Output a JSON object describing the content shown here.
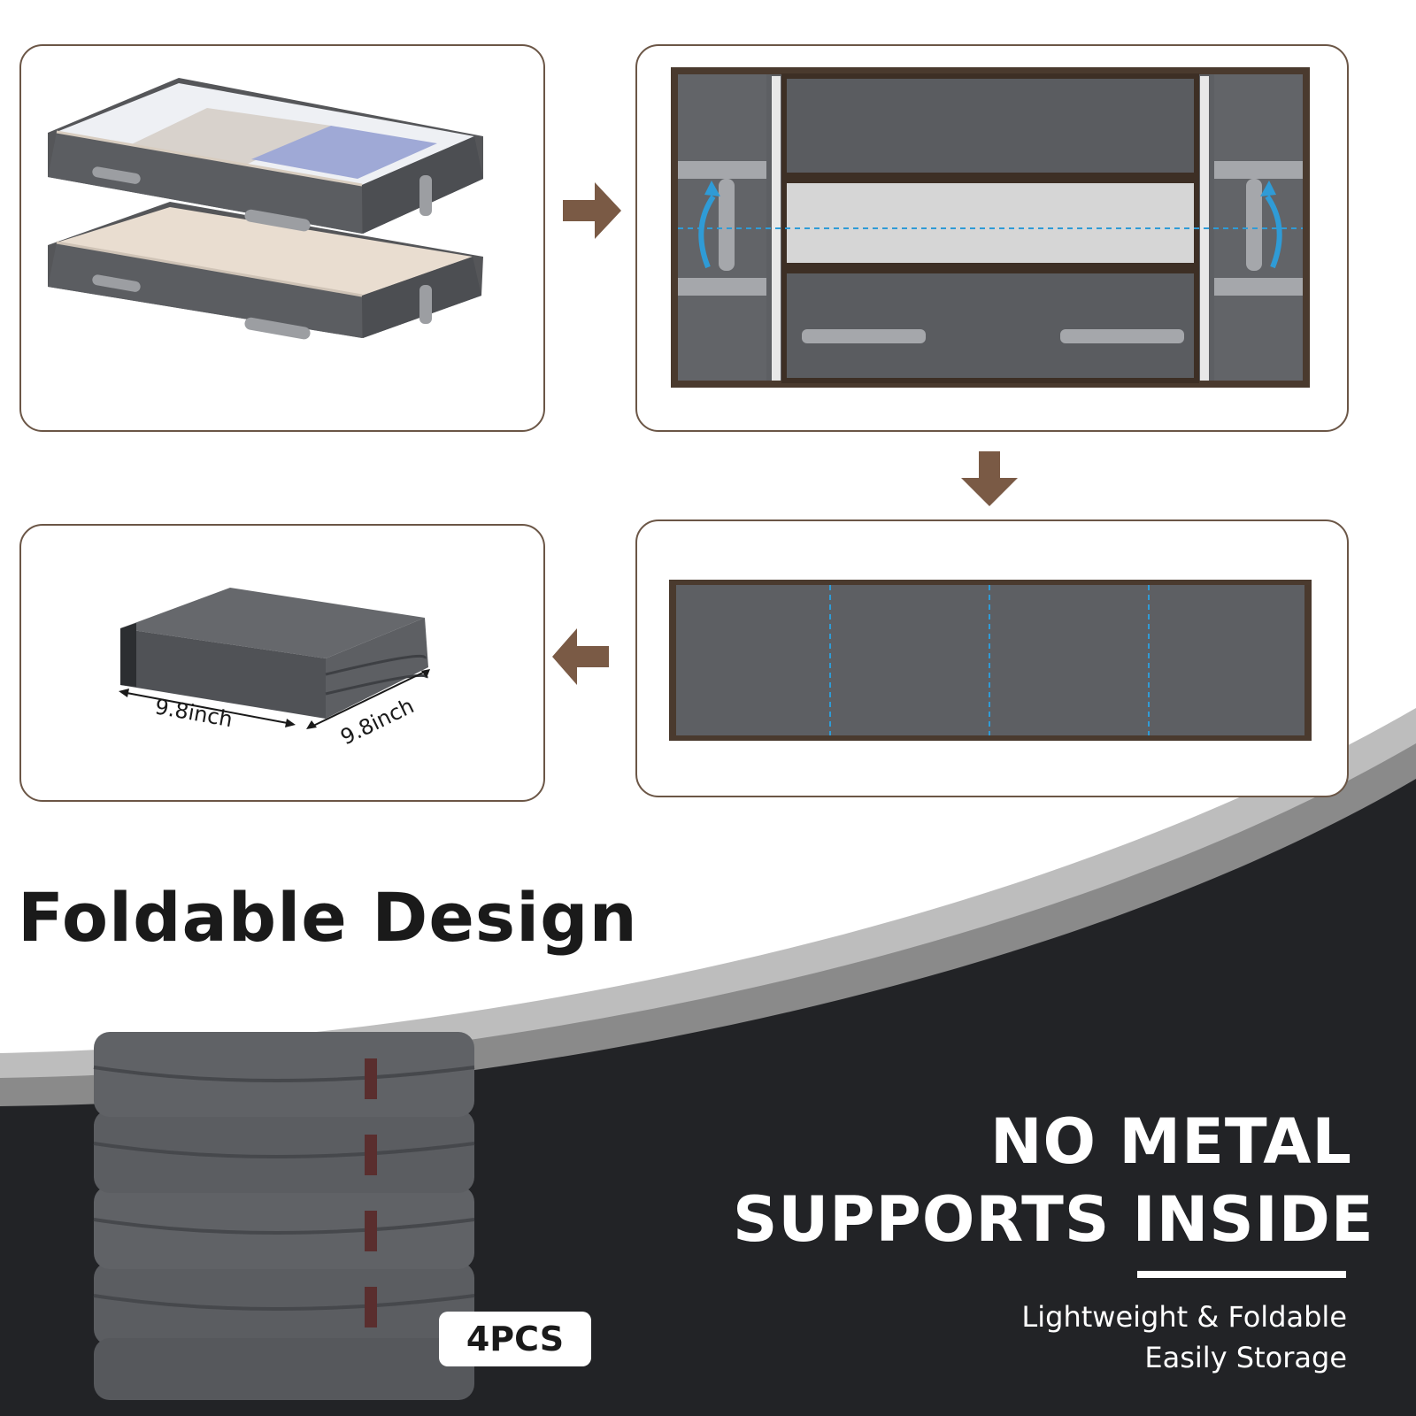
{
  "title": "Foldable Design",
  "headline": {
    "line1": "NO METAL",
    "line2": "SUPPORTS INSIDE"
  },
  "subtext": {
    "line1": "Lightweight & Foldable",
    "line2": "Easily Storage"
  },
  "badge": "4PCS",
  "dimensions": {
    "width": "9.8inch",
    "depth": "9.8inch"
  },
  "colors": {
    "panel_border": "#6b5646",
    "arrow": "#7a5a45",
    "fabric": "#5d5f63",
    "dark_band": "#222326",
    "fold_line": "#2f9bd6"
  },
  "icons": [
    "arrow-right-icon",
    "arrow-down-icon",
    "arrow-left-icon",
    "rotate-arrow-icon"
  ]
}
